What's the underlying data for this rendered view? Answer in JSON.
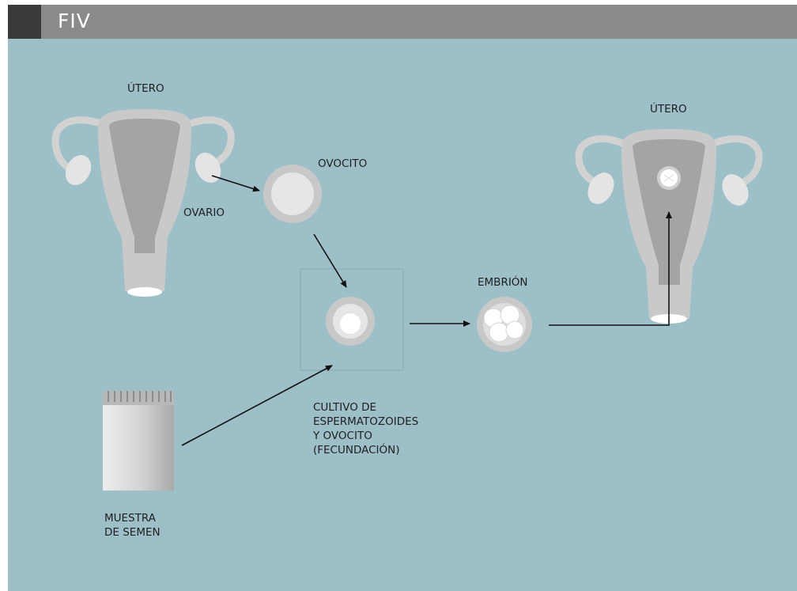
{
  "header": {
    "title": "FIV"
  },
  "labels": {
    "uterus_left": "ÚTERO",
    "ovary": "OVARIO",
    "oocyte": "OVOCITO",
    "embryo": "EMBRIÓN",
    "uterus_right": "ÚTERO",
    "culture": [
      "CULTIVO DE",
      "ESPERMATOZOIDES",
      "Y OVOCITO",
      "(FECUNDACIÓN)"
    ],
    "semen_sample": [
      "MUESTRA",
      "DE SEMEN"
    ]
  },
  "colors": {
    "background": "#9dbfc8",
    "header_bar": "#8a8a8a",
    "header_block": "#3a3a3a",
    "organ_outer": "#c8c8c8",
    "organ_inner": "#a3a3a3",
    "ovary": "#e4e4e4",
    "arrow": "#111111"
  }
}
